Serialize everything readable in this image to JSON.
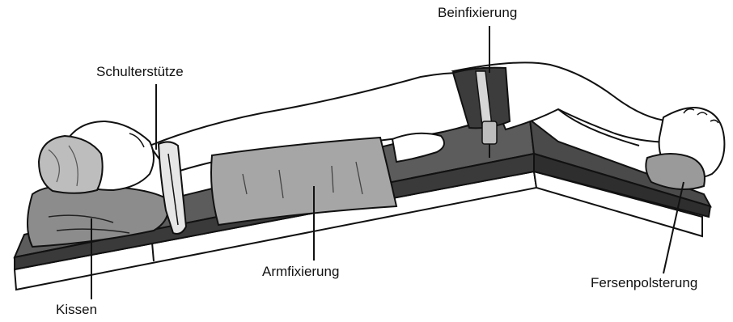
{
  "labels": {
    "beinfixierung": "Beinfixierung",
    "schulterstuetze": "Schulterstütze",
    "armfixierung": "Armfixierung",
    "fersenpolsterung": "Fersenpolsterung",
    "kissen": "Kissen"
  }
}
